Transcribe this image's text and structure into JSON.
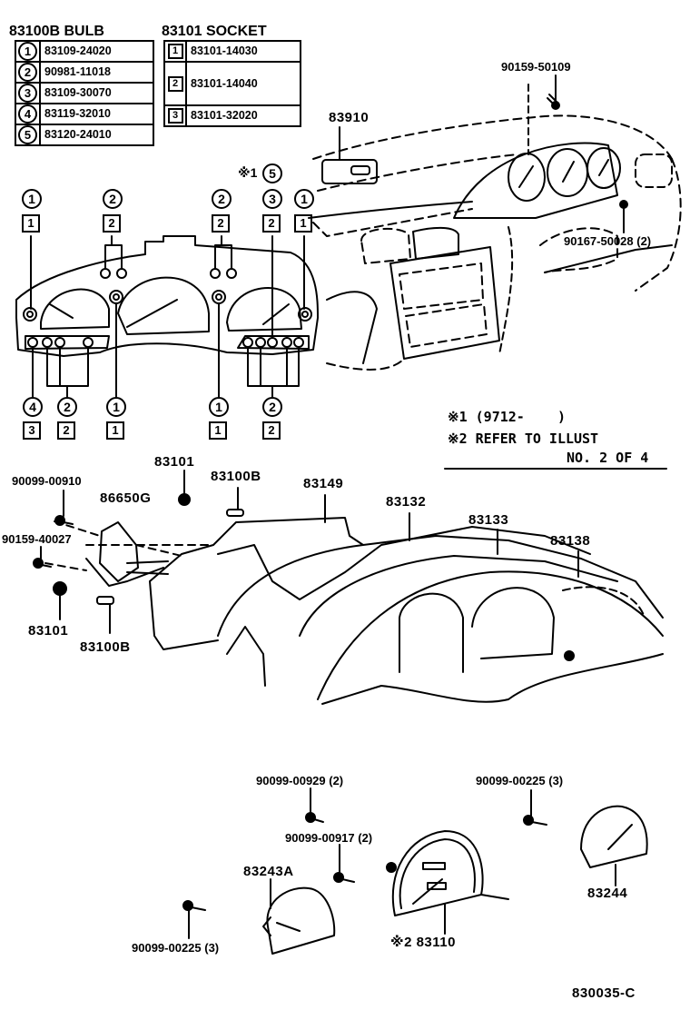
{
  "bulb_table": {
    "title": "83100B BULB",
    "rows": [
      {
        "key": "1",
        "part": "83109-24020"
      },
      {
        "key": "2",
        "part": "90981-11018"
      },
      {
        "key": "3",
        "part": "83109-30070"
      },
      {
        "key": "4",
        "part": "83119-32010"
      },
      {
        "key": "5",
        "part": "83120-24010"
      }
    ]
  },
  "socket_table": {
    "title": "83101 SOCKET",
    "rows": [
      {
        "key": "1",
        "part": "83101-14030"
      },
      {
        "key": "2",
        "part": "83101-14040"
      },
      {
        "key": "3",
        "part": "83101-32020"
      }
    ]
  },
  "dash_labels": {
    "screw_top": "90159-50109",
    "switch": "83910",
    "screw_right": "90167-50028 (2)"
  },
  "cluster_marks": {
    "star_note": "※1",
    "top": [
      {
        "bulb": "1",
        "socket": "1"
      },
      {
        "bulb": "2",
        "socket": "2"
      },
      {
        "bulb": "2",
        "socket": "2"
      },
      {
        "bulb": "3",
        "socket": "2",
        "extra_bulb": "5"
      },
      {
        "bulb": "1",
        "socket": "1"
      }
    ],
    "bottom": [
      {
        "bulb": "4",
        "socket": "3"
      },
      {
        "bulb": "2",
        "socket": "2"
      },
      {
        "bulb": "1",
        "socket": "1"
      },
      {
        "bulb": "1",
        "socket": "1"
      },
      {
        "bulb": "2",
        "socket": "2"
      }
    ]
  },
  "notes": {
    "line1": "※1 (9712-    )",
    "line2": "※2 REFER TO ILLUST",
    "line3": "NO. 2 OF 4"
  },
  "assembly_labels": {
    "screw_a": "90099-00910",
    "module": "86650G",
    "socket_top": "83101",
    "bulb_top": "83100B",
    "board": "83149",
    "screw_b": "90159-40027",
    "socket_bottom": "83101",
    "bulb_bottom": "83100B",
    "plate": "83132",
    "case": "83133",
    "glass": "83138"
  },
  "gauge_labels": {
    "screw_c": "90099-00929 (2)",
    "screw_d": "90099-00917 (2)",
    "screw_e": "90099-00225 (3)",
    "screw_f": "90099-00225 (3)",
    "fuel_gauge": "83243A",
    "speedometer": "※2 83110",
    "temp_gauge": "83244"
  },
  "illustration_id": "830035-C"
}
